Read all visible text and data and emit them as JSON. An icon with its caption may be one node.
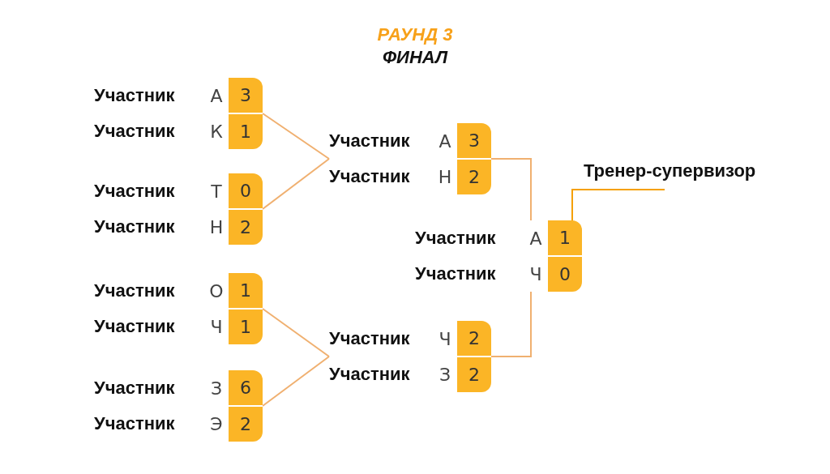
{
  "diagram": {
    "title": "РАУНД 3",
    "nodes": [
      {
        "text": [
          "Участник",
          "А",
          "3",
          "Участник",
          "К",
          "1"
        ]
      },
      {
        "text": [
          "Участник",
          "Т",
          "0",
          "Участник",
          "Н",
          "2"
        ]
      },
      {
        "text": [
          "Участник",
          "О",
          "1",
          "Участник",
          "Ч",
          "1"
        ]
      },
      {
        "text": [
          "Участник",
          "З",
          "6",
          "Участник",
          "Э",
          "2"
        ]
      },
      {
        "text": [
          "Участник",
          "А",
          "3",
          "Участник",
          "Н",
          "2"
        ]
      },
      {
        "text": [
          "Участник",
          "Ч",
          "2",
          "Участник",
          "З",
          "2"
        ]
      },
      {
        "text": [
          "Участник",
          "А",
          "1",
          "Участник",
          "Ч",
          "0"
        ]
      },
      {
        "text": [
          "Тренер-супервизор"
        ]
      }
    ],
    "edges": [
      {
        "from": 0,
        "to": 4,
        "arrow": "none"
      },
      {
        "from": 1,
        "to": 4,
        "arrow": "none"
      },
      {
        "from": 2,
        "to": 5,
        "arrow": "none"
      },
      {
        "from": 3,
        "to": 5,
        "arrow": "none"
      },
      {
        "from": 4,
        "to": 6,
        "arrow": "none"
      },
      {
        "from": 5,
        "to": 6,
        "arrow": "none"
      },
      {
        "from": 7,
        "to": 6,
        "arrow": "none",
        "color": "#f5a000"
      }
    ],
    "labels": [
      "ФИНАЛ"
    ]
  }
}
